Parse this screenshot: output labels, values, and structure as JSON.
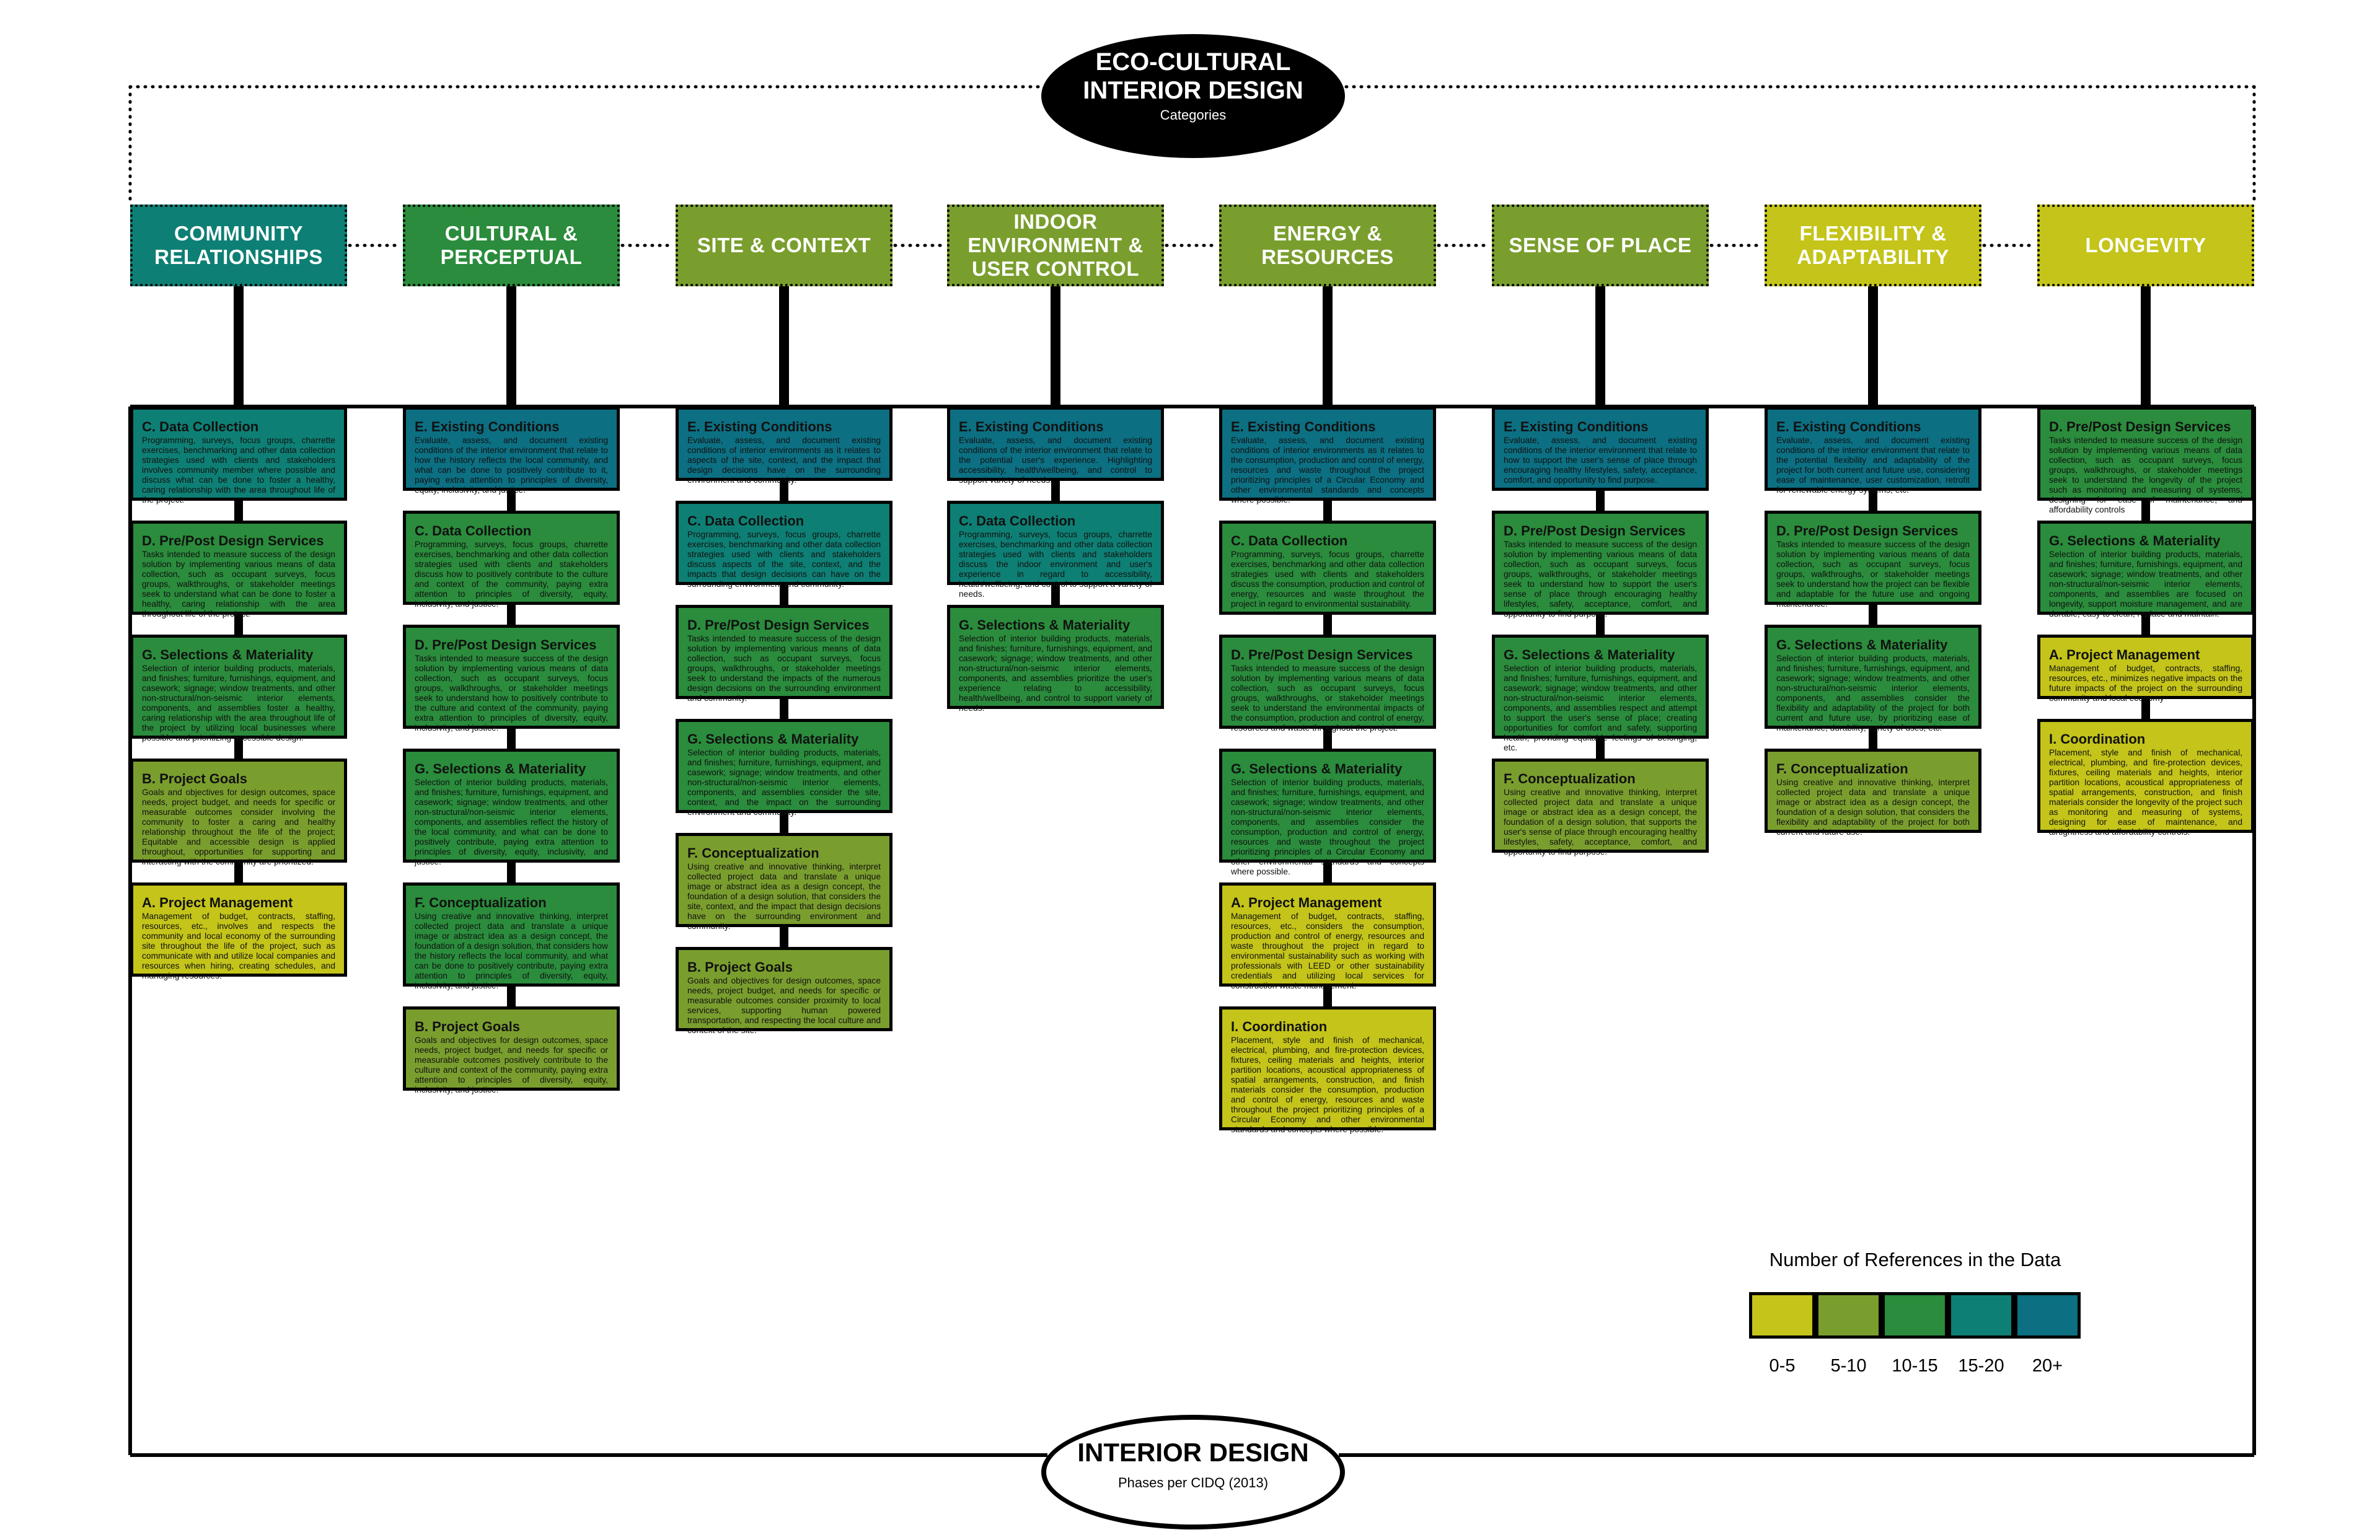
{
  "title": {
    "line1": "ECO-CULTURAL",
    "line2": "INTERIOR DESIGN",
    "subtitle": "Categories"
  },
  "bottom": {
    "title": "INTERIOR DESIGN",
    "subtitle": "Phases per CIDQ (2013)"
  },
  "colors": {
    "0-5": "#c4c41a",
    "5-10": "#7a9e2e",
    "10-15": "#2a8c3c",
    "15-20": "#0e7f74",
    "20+": "#0c6f82"
  },
  "legend": {
    "title": "Number of References in the Data",
    "items": [
      {
        "label": "0-5",
        "color": "#c4c41a"
      },
      {
        "label": "5-10",
        "color": "#7a9e2e"
      },
      {
        "label": "10-15",
        "color": "#2a8c3c"
      },
      {
        "label": "15-20",
        "color": "#0e7f74"
      },
      {
        "label": "20+",
        "color": "#0c6f82"
      }
    ]
  },
  "categories": [
    {
      "lines": [
        "COMMUNITY",
        "RELATIONSHIPS"
      ],
      "color": "#0e7f74"
    },
    {
      "lines": [
        "CULTURAL &",
        "PERCEPTUAL"
      ],
      "color": "#2a8c3c"
    },
    {
      "lines": [
        "SITE & CONTEXT"
      ],
      "color": "#7a9e2e"
    },
    {
      "lines": [
        "INDOOR",
        "ENVIRONMENT &",
        "USER CONTROL"
      ],
      "color": "#7a9e2e"
    },
    {
      "lines": [
        "ENERGY &",
        "RESOURCES"
      ],
      "color": "#7a9e2e"
    },
    {
      "lines": [
        "SENSE OF PLACE"
      ],
      "color": "#7a9e2e"
    },
    {
      "lines": [
        "FLEXIBILITY &",
        "ADAPTABILITY"
      ],
      "color": "#c4c41a"
    },
    {
      "lines": [
        "LONGEVITY"
      ],
      "color": "#c4c41a"
    }
  ],
  "columns": [
    {
      "cards": [
        {
          "phase": "C. Data Collection",
          "color": "#0e7f74",
          "text": "Programming, surveys, focus groups, charrette exercises, benchmarking and other data collection strategies used with clients and stakeholders involves community member where possible and discuss what can be done to foster a healthy, caring relationship with the area throughout life of the project."
        },
        {
          "phase": "D. Pre/Post Design Services",
          "color": "#2a8c3c",
          "text": "Tasks intended to measure success of the design solution by implementing various means of data collection, such as occupant surveys, focus groups, walkthroughs, or stakeholder meetings seek to understand what can be done to foster a healthy, caring relationship with the area throughout life of the project."
        },
        {
          "phase": "G. Selections & Materiality",
          "color": "#2a8c3c",
          "text": "Selection of interior building products, materials, and finishes; furniture, furnishings, equipment, and casework; signage; window treatments, and other non-structural/non-seismic interior elements, components, and assemblies foster a healthy, caring relationship with the area throughout life of the project by utilizing local businesses where possible and prioritizing accessible design."
        },
        {
          "phase": "B. Project Goals",
          "color": "#7a9e2e",
          "text": "Goals and objectives for design outcomes, space needs, project budget, and needs for specific or measurable outcomes consider involving the community to foster a caring and healthy relationship throughout the life of the project; Equitable and accessible design is applied throughout, opportunities for supporting and interacting with the community are prioritized."
        },
        {
          "phase": "A. Project Management",
          "color": "#c4c41a",
          "text": "Management of budget, contracts, staffing, resources, etc., involves and respects the community and local economy of the surrounding site throughout the life of the project, such as communicate with and utilize local companies and resources when hiring, creating schedules, and managing resources."
        }
      ]
    },
    {
      "cards": [
        {
          "phase": "E. Existing Conditions",
          "color": "#0c6f82",
          "text": "Evaluate, assess, and document existing conditions of the interior environment that relate to how the history reflects the local community, and what can be done to positively contribute to it, paying extra attention to principles of diversity, equity, inclusivity, and justice."
        },
        {
          "phase": "C. Data Collection",
          "color": "#2a8c3c",
          "text": "Programming, surveys, focus groups, charrette exercises, benchmarking and other data collection strategies used with clients and stakeholders discuss how to positively contribute to the culture and context of the community, paying extra attention to principles of diversity, equity, inclusivity, and justice."
        },
        {
          "phase": "D. Pre/Post Design Services",
          "color": "#2a8c3c",
          "text": "Tasks intended to measure success of the design solution by implementing various means of data collection, such as occupant surveys, focus groups, walkthroughs, or stakeholder meetings seek to understand how to positively contribute to the culture and context of the community, paying extra attention to principles of diversity, equity, inclusivity, and justice."
        },
        {
          "phase": "G. Selections & Materiality",
          "color": "#2a8c3c",
          "text": "Selection of interior building products, materials, and finishes; furniture, furnishings, equipment, and casework; signage; window treatments, and other non-structural/non-seismic interior elements, components, and assemblies reflect the history of the local community, and what can be done to positively contribute, paying extra attention to principles of diversity, equity, inclusivity, and justice."
        },
        {
          "phase": "F. Conceptualization",
          "color": "#2a8c3c",
          "text": "Using creative and innovative thinking, interpret collected project data and translate a unique image or abstract idea as a design concept, the foundation of a design solution, that considers how the history reflects the local community, and what can be done to positively contribute, paying extra attention to principles of diversity, equity, inclusivity, and justice."
        },
        {
          "phase": "B. Project Goals",
          "color": "#7a9e2e",
          "text": "Goals and objectives for design outcomes, space needs, project budget, and needs for specific or measurable outcomes positively contribute to the culture and context of the community, paying extra attention to principles of diversity, equity, inclusivity, and justice."
        }
      ]
    },
    {
      "cards": [
        {
          "phase": "E. Existing Conditions",
          "color": "#0c6f82",
          "text": "Evaluate, assess, and document existing conditions of interior environments as it relates to aspects of the site, context, and the impact that design decisions have on the surrounding environment and community."
        },
        {
          "phase": "C. Data Collection",
          "color": "#0e7f74",
          "text": "Programming, surveys, focus groups, charrette exercises, benchmarking and other data collection strategies used with clients and stakeholders discuss aspects of the site, context, and the impacts that design decisions can have on the surrounding environment and community."
        },
        {
          "phase": "D. Pre/Post Design Services",
          "color": "#2a8c3c",
          "text": "Tasks intended to measure success of the design solution by implementing various means of data collection, such as occupant surveys, focus groups, walkthroughs, or stakeholder meetings seek to understand the impacts of the numerous design decisions on the surrounding environment and community."
        },
        {
          "phase": "G. Selections & Materiality",
          "color": "#2a8c3c",
          "text": "Selection of interior building products, materials, and finishes; furniture, furnishings, equipment, and casework; signage; window treatments, and other non-structural/non-seismic interior elements, components, and assemblies consider the site, context, and the impact on the surrounding environment and community."
        },
        {
          "phase": "F. Conceptualization",
          "color": "#7a9e2e",
          "text": "Using creative and innovative thinking, interpret collected project data and translate a unique image or abstract idea as a design concept, the foundation of a design solution, that considers the site, context, and the impact that design decisions have on the surrounding environment and community."
        },
        {
          "phase": "B. Project Goals",
          "color": "#7a9e2e",
          "text": "Goals and objectives for design outcomes, space needs, project budget, and needs for specific or measurable outcomes consider proximity to local services, supporting human powered transportation, and respecting the local culture and context of the site."
        }
      ]
    },
    {
      "cards": [
        {
          "phase": "E. Existing Conditions",
          "color": "#0c6f82",
          "text": "Evaluate, assess, and document existing conditions of the interior environment that relate to the potential user's experience. Highlighting accessibility, health/wellbeing, and control to support variety of needs."
        },
        {
          "phase": "C. Data Collection",
          "color": "#0e7f74",
          "text": "Programming, surveys, focus groups, charrette exercises, benchmarking and other data collection strategies used with clients and stakeholders discuss the indoor environment and user's experience in regard to accessibility, health/wellbeing, and control to support a variety of needs."
        },
        {
          "phase": "G. Selections & Materiality",
          "color": "#2a8c3c",
          "text": "Selection of interior building products, materials, and finishes; furniture, furnishings, equipment, and casework; signage; window treatments, and other non-structural/non-seismic interior elements, components, and assemblies prioritize the user's experience relating to accessibility, health/wellbeing, and control to support variety of needs."
        }
      ]
    },
    {
      "cards": [
        {
          "phase": "E. Existing Conditions",
          "color": "#0c6f82",
          "text": "Evaluate, assess, and document existing conditions of interior environments as it relates to the consumption, production and control of energy, resources and waste throughout the project prioritizing principles of a Circular Economy and other environmental standards and concepts where possible."
        },
        {
          "phase": "C. Data Collection",
          "color": "#2a8c3c",
          "text": "Programming, surveys, focus groups, charrette exercises, benchmarking and other data collection strategies used with clients and stakeholders discuss the consumption, production and control of energy, resources and waste throughout the project in regard to environmental sustainability."
        },
        {
          "phase": "D. Pre/Post Design Services",
          "color": "#2a8c3c",
          "text": "Tasks intended to measure success of the design solution by implementing various means of data collection, such as occupant surveys, focus groups, walkthroughs, or stakeholder meetings seek to understand the environmental impacts of the consumption, production and control of energy, resources and waste throughout the project."
        },
        {
          "phase": "G. Selections & Materiality",
          "color": "#2a8c3c",
          "text": "Selection of interior building products, materials, and finishes; furniture, furnishings, equipment, and casework; signage; window treatments, and other non-structural/non-seismic interior elements, components, and assemblies consider the consumption, production and control of energy, resources and waste throughout the project prioritizing principles of a Circular Economy and other environmental standards and concepts where possible."
        },
        {
          "phase": "A. Project Management",
          "color": "#c4c41a",
          "text": "Management of budget, contracts, staffing, resources, etc., considers the consumption, production and control of energy, resources and waste throughout the project in regard to environmental sustainability such as working with professionals with LEED or other sustainability credentials and utilizing local services for construction waste management."
        },
        {
          "phase": "I. Coordination",
          "color": "#c4c41a",
          "text": "Placement, style and finish of mechanical, electrical, plumbing, and fire-protection devices, fixtures, ceiling materials and heights, interior partition locations, acoustical appropriateness of spatial arrangements, construction, and finish materials consider the consumption, production and control of energy, resources and waste throughout the project prioritizing principles of a Circular Economy and other environmental standards and concepts where possible."
        }
      ]
    },
    {
      "cards": [
        {
          "phase": "E. Existing Conditions",
          "color": "#0c6f82",
          "text": "Evaluate, assess, and document existing conditions of the interior environment that relate to how to support the user's sense of place through encouraging healthy lifestyles, safety, acceptance, comfort, and opportunity to find purpose."
        },
        {
          "phase": "D. Pre/Post Design Services",
          "color": "#2a8c3c",
          "text": "Tasks intended to measure success of the design solution by implementing various means of data collection, such as occupant surveys, focus groups, walkthroughs, or stakeholder meetings seek to understand how to support the user's sense of place through encouraging healthy lifestyles, safety, acceptance, comfort, and opportunity to find purpose."
        },
        {
          "phase": "G. Selections & Materiality",
          "color": "#2a8c3c",
          "text": "Selection of interior building products, materials, and finishes; furniture, furnishings, equipment, and casework; signage; window treatments, and other non-structural/non-seismic interior elements, components, and assemblies respect and attempt to support the user's sense of place; creating opportunities for comfort and safety, supporting health, providing equitable feelings of belonging, etc."
        },
        {
          "phase": "F. Conceptualization",
          "color": "#7a9e2e",
          "text": "Using creative and innovative thinking, interpret collected project data and translate a unique image or abstract idea as a design concept, the foundation of a design solution, that supports the user's sense of place through encouraging healthy lifestyles, safety, acceptance, comfort, and opportunity to find purpose."
        }
      ]
    },
    {
      "cards": [
        {
          "phase": "E. Existing Conditions",
          "color": "#0c6f82",
          "text": "Evaluate, assess, and document existing conditions of the interior environment that relate to the potential flexibility and adaptability of the project for both current and future use, considering ease of maintenance, user customization, retrofit for renewable energy systems, etc."
        },
        {
          "phase": "D. Pre/Post Design Services",
          "color": "#2a8c3c",
          "text": "Tasks intended to measure success of the design solution by implementing various means of data collection, such as occupant surveys, focus groups, walkthroughs, or stakeholder meetings seek to understand how the project can be flexible and adaptable for the future use and ongoing maintenance."
        },
        {
          "phase": "G. Selections & Materiality",
          "color": "#2a8c3c",
          "text": "Selection of interior building products, materials, and finishes; furniture, furnishings, equipment, and casework; signage; window treatments, and other non-structural/non-seismic interior elements, components, and assemblies consider the flexibility and adaptability of the project for both current and future use, by prioritizing ease of maintenance, durability, variety of uses, etc."
        },
        {
          "phase": "F. Conceptualization",
          "color": "#7a9e2e",
          "text": "Using creative and innovative thinking, interpret collected project data and translate a unique image or abstract idea as a design concept, the foundation of a design solution, that considers the flexibility and adaptability of the project for both current and future use."
        }
      ]
    },
    {
      "cards": [
        {
          "phase": "D. Pre/Post Design Services",
          "color": "#2a8c3c",
          "text": "Tasks intended to measure success of the design solution by implementing various means of data collection, such as occupant surveys, focus groups, walkthroughs, or stakeholder meetings seek to understand the longevity of the project such as monitoring and measuring of systems, designing for ease of maintenance, and affordability controls"
        },
        {
          "phase": "G. Selections & Materiality",
          "color": "#2a8c3c",
          "text": "Selection of interior building products, materials, and finishes; furniture, furnishings, equipment, and casework; signage; window treatments, and other non-structural/non-seismic interior elements, components, and assemblies are focused on longevity, support moisture management, and are durable, easy to clean, replace and maintain."
        },
        {
          "phase": "A. Project Management",
          "color": "#c4c41a",
          "text": "Management of budget, contracts, staffing, resources, etc., minimizes negative impacts on the future impacts of the project on the surrounding community and local economy"
        },
        {
          "phase": "I. Coordination",
          "color": "#c4c41a",
          "text": "Placement, style and finish of mechanical, electrical, plumbing, and fire-protection devices, fixtures, ceiling materials and heights, interior partition locations, acoustical appropriateness of spatial arrangements, construction, and finish materials consider the longevity of the project such as monitoring and measuring of systems, designing for ease of maintenance, and airtightness and affordability controls."
        }
      ]
    }
  ]
}
